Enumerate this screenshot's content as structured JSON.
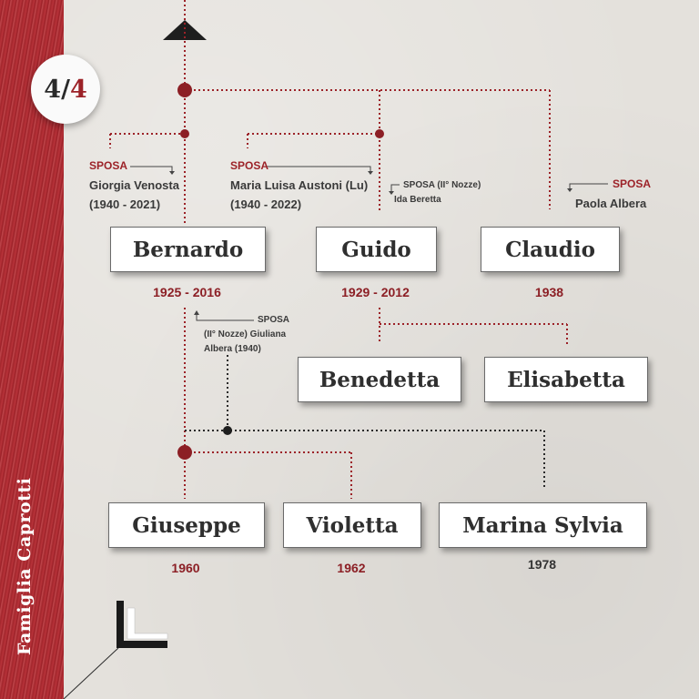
{
  "sidebar": {
    "title": "Famiglia  Caprotti"
  },
  "page_badge": {
    "current": "4",
    "separator": "/",
    "total": "4"
  },
  "people": {
    "bernardo": {
      "name": "Bernardo",
      "years": "1925 - 2016"
    },
    "guido": {
      "name": "Guido",
      "years": "1929 - 2012"
    },
    "claudio": {
      "name": "Claudio",
      "years": "1938"
    },
    "benedetta": {
      "name": "Benedetta"
    },
    "elisabetta": {
      "name": "Elisabetta"
    },
    "giuseppe": {
      "name": "Giuseppe",
      "years": "1960"
    },
    "violetta": {
      "name": "Violetta",
      "years": "1962"
    },
    "marina_sylvia": {
      "name": "Marina Sylvia",
      "years": "1978"
    }
  },
  "spouses": {
    "bernardo_1": {
      "label": "SPOSA",
      "line1": "Giorgia Venosta",
      "line2": "(1940 - 2021)"
    },
    "guido_1": {
      "label": "SPOSA",
      "line1": "Maria Luisa Austoni (Lu)",
      "line2": "(1940 - 2022)"
    },
    "guido_2": {
      "label": "SPOSA",
      "suffix": "(II° Nozze)",
      "line1": "Ida Beretta"
    },
    "claudio_1": {
      "label": "SPOSA",
      "line1": "Paola Albera"
    },
    "bernardo_2": {
      "label": "SPOSA",
      "line1": "(II° Nozze) Giuliana",
      "line2": "Albera  (1940)"
    }
  },
  "colors": {
    "accent": "#9c2228",
    "line_dark": "#2a2a2a",
    "box_text": "#2f2f2f"
  },
  "icons": {
    "top_arrow": "triangle-up-icon",
    "logo": "l-logo-icon"
  }
}
